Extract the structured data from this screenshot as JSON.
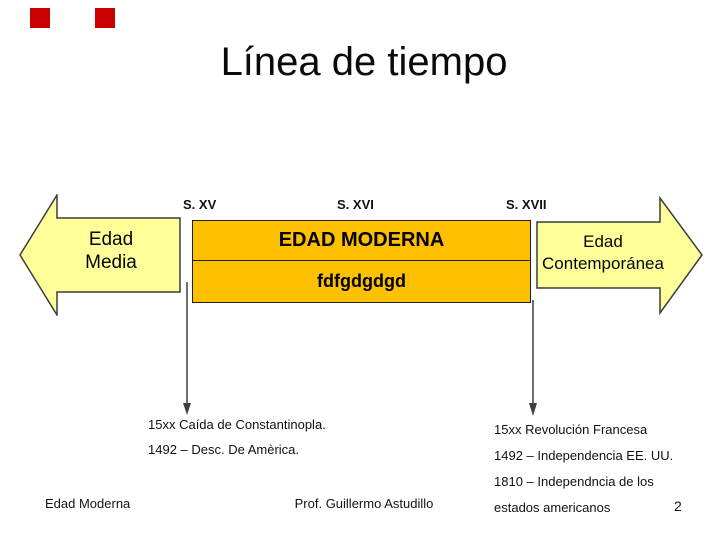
{
  "slide": {
    "title": "Línea de tiempo"
  },
  "timeline": {
    "century_labels": [
      "S. XV",
      "S. XVI",
      "S. XVII"
    ],
    "left_arrow": {
      "label": "Edad\nMedia"
    },
    "center_box": {
      "title": "EDAD MODERNA",
      "subtitle": "fdfgdgdgd"
    },
    "right_arrow": {
      "label": "Edad\nContemporánea"
    }
  },
  "events_left": {
    "lines": [
      "15xx Caída de Constantinopla.",
      "1492 – Desc. De Amèrica."
    ]
  },
  "events_right": {
    "lines": [
      "15xx Revolución Francesa",
      "1492 – Independencia EE. UU.",
      "1810 – Independncia de los",
      "estados americanos"
    ]
  },
  "footer": {
    "left": "Edad Moderna",
    "center": "Prof. Guillermo Astudillo",
    "page_number": "2"
  },
  "colors": {
    "box_gold": "#FFC000",
    "arrow_pale_yellow": "#FFFF99",
    "decoration_red": "#C80000",
    "outline_dark": "#1F1F1F",
    "text_black": "#000000"
  }
}
